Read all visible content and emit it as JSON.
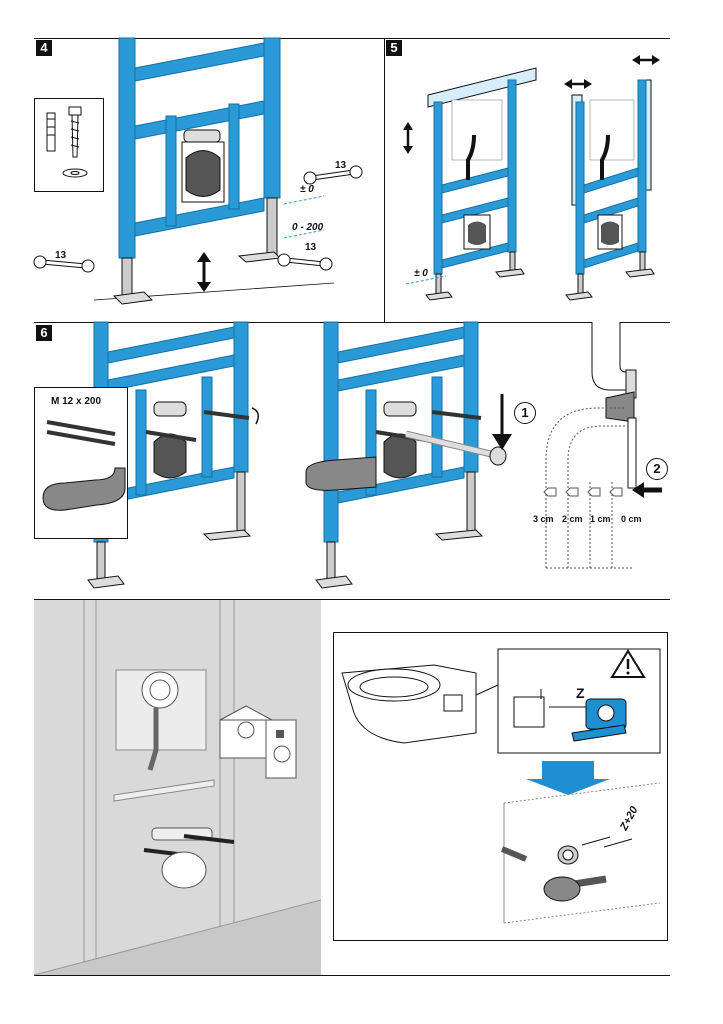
{
  "steps": {
    "step4": {
      "number": "4",
      "wrench_top": "13",
      "wrench_left": "13",
      "wrench_bottom": "13",
      "level_label": "± 0",
      "range_label": "0 - 200"
    },
    "step5": {
      "number": "5",
      "level_label": "± 0"
    },
    "step6": {
      "number": "6",
      "rod_label": "M 12 x 200",
      "callout_1": "1",
      "callout_2": "2",
      "distances": [
        "3 cm",
        "2 cm",
        "1 cm",
        "0 cm"
      ]
    },
    "step7": {
      "dim_z": "Z",
      "dim_z20": "Z+20"
    }
  },
  "colors": {
    "frame_blue": "#2a9ad6",
    "frame_dark": "#1470a8",
    "line": "#111111",
    "grey_bg": "#d9d9d9",
    "tape_blue": "#1e8fd0"
  },
  "icons": [
    "warning-triangle-icon",
    "down-arrow-icon",
    "double-arrow-icon",
    "wrench-icon"
  ]
}
